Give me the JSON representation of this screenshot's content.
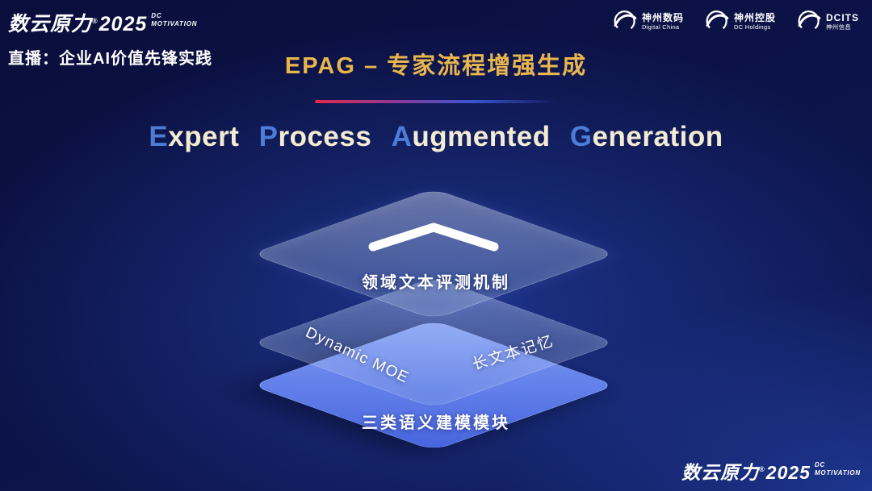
{
  "colors": {
    "background_navy": "#0c1348",
    "title_gold": "#e9b64d",
    "subtitle_cap_blue": "#4a7cd8",
    "subtitle_body_cream": "#f3ecd2",
    "divider_red": "#e0294a",
    "divider_blue": "#3a55d0",
    "bottom_layer_blue": "#5b79e6"
  },
  "header": {
    "logo": {
      "brand": "数云原力",
      "reg": "®",
      "year": "2025",
      "dc": "DC",
      "motivation": "MOTIVATION"
    },
    "live": "直播：企业AI价值先锋实践",
    "partners": [
      {
        "icon": "swoosh-circle-icon",
        "name": "神州数码",
        "sub": "Digital China"
      },
      {
        "icon": "swoosh-circle-icon",
        "name": "神州控股",
        "sub": "DC Holdings"
      },
      {
        "icon": "swoosh-circle-icon",
        "name": "DCITS",
        "sub": "神州信息"
      }
    ]
  },
  "title": {
    "main": "EPAG – 专家流程增强生成"
  },
  "subtitle": {
    "w1c": "E",
    "w1r": "xpert",
    "w2c": "P",
    "w2r": "rocess",
    "w3c": "A",
    "w3r": "ugmented",
    "w4c": "G",
    "w4r": "eneration"
  },
  "diagram": {
    "chevron_icon": "chevron-up-icon",
    "top_label": "领域文本评测机制",
    "mid_left_label": "Dynamic MOE",
    "mid_right_label": "长文本记忆",
    "bottom_label": "三类语义建模模块"
  },
  "footer": {
    "logo": {
      "brand": "数云原力",
      "reg": "®",
      "year": "2025",
      "dc": "DC",
      "motivation": "MOTIVATION"
    }
  }
}
